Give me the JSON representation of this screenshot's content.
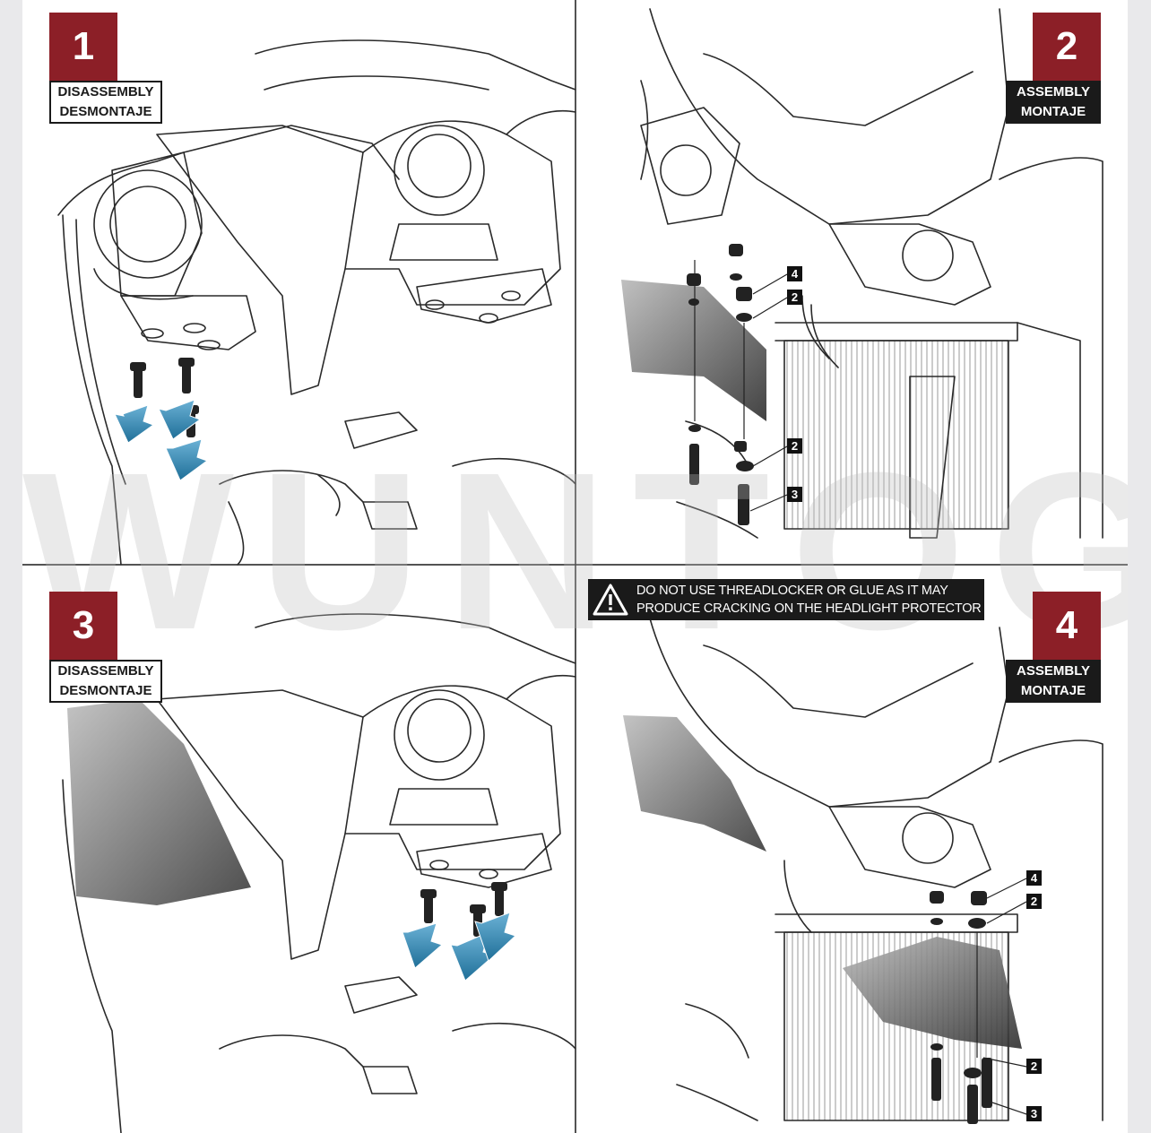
{
  "panels": [
    {
      "step": "1",
      "label_en": "DISASSEMBLY",
      "label_es": "DESMONTAJE"
    },
    {
      "step": "2",
      "label_en": "ASSEMBLY",
      "label_es": "MONTAJE"
    },
    {
      "step": "3",
      "label_en": "DISASSEMBLY",
      "label_es": "DESMONTAJE"
    },
    {
      "step": "4",
      "label_en": "ASSEMBLY",
      "label_es": "MONTAJE"
    }
  ],
  "warning": {
    "line1": "DO NOT USE THREADLOCKER OR GLUE AS IT MAY",
    "line2": "PRODUCE CRACKING ON THE HEADLIGHT PROTECTOR",
    "icon": "warning-triangle-icon"
  },
  "callouts": {
    "p2_a": "4",
    "p2_b": "2",
    "p2_c": "2",
    "p2_d": "3",
    "p4_a": "4",
    "p4_b": "2",
    "p4_c": "2",
    "p4_d": "3"
  },
  "watermark": "WUNTOGI",
  "colors": {
    "step_red": "#8c1f27",
    "arrow_blue": "#2a7fa8",
    "ink": "#1a1a1a"
  }
}
